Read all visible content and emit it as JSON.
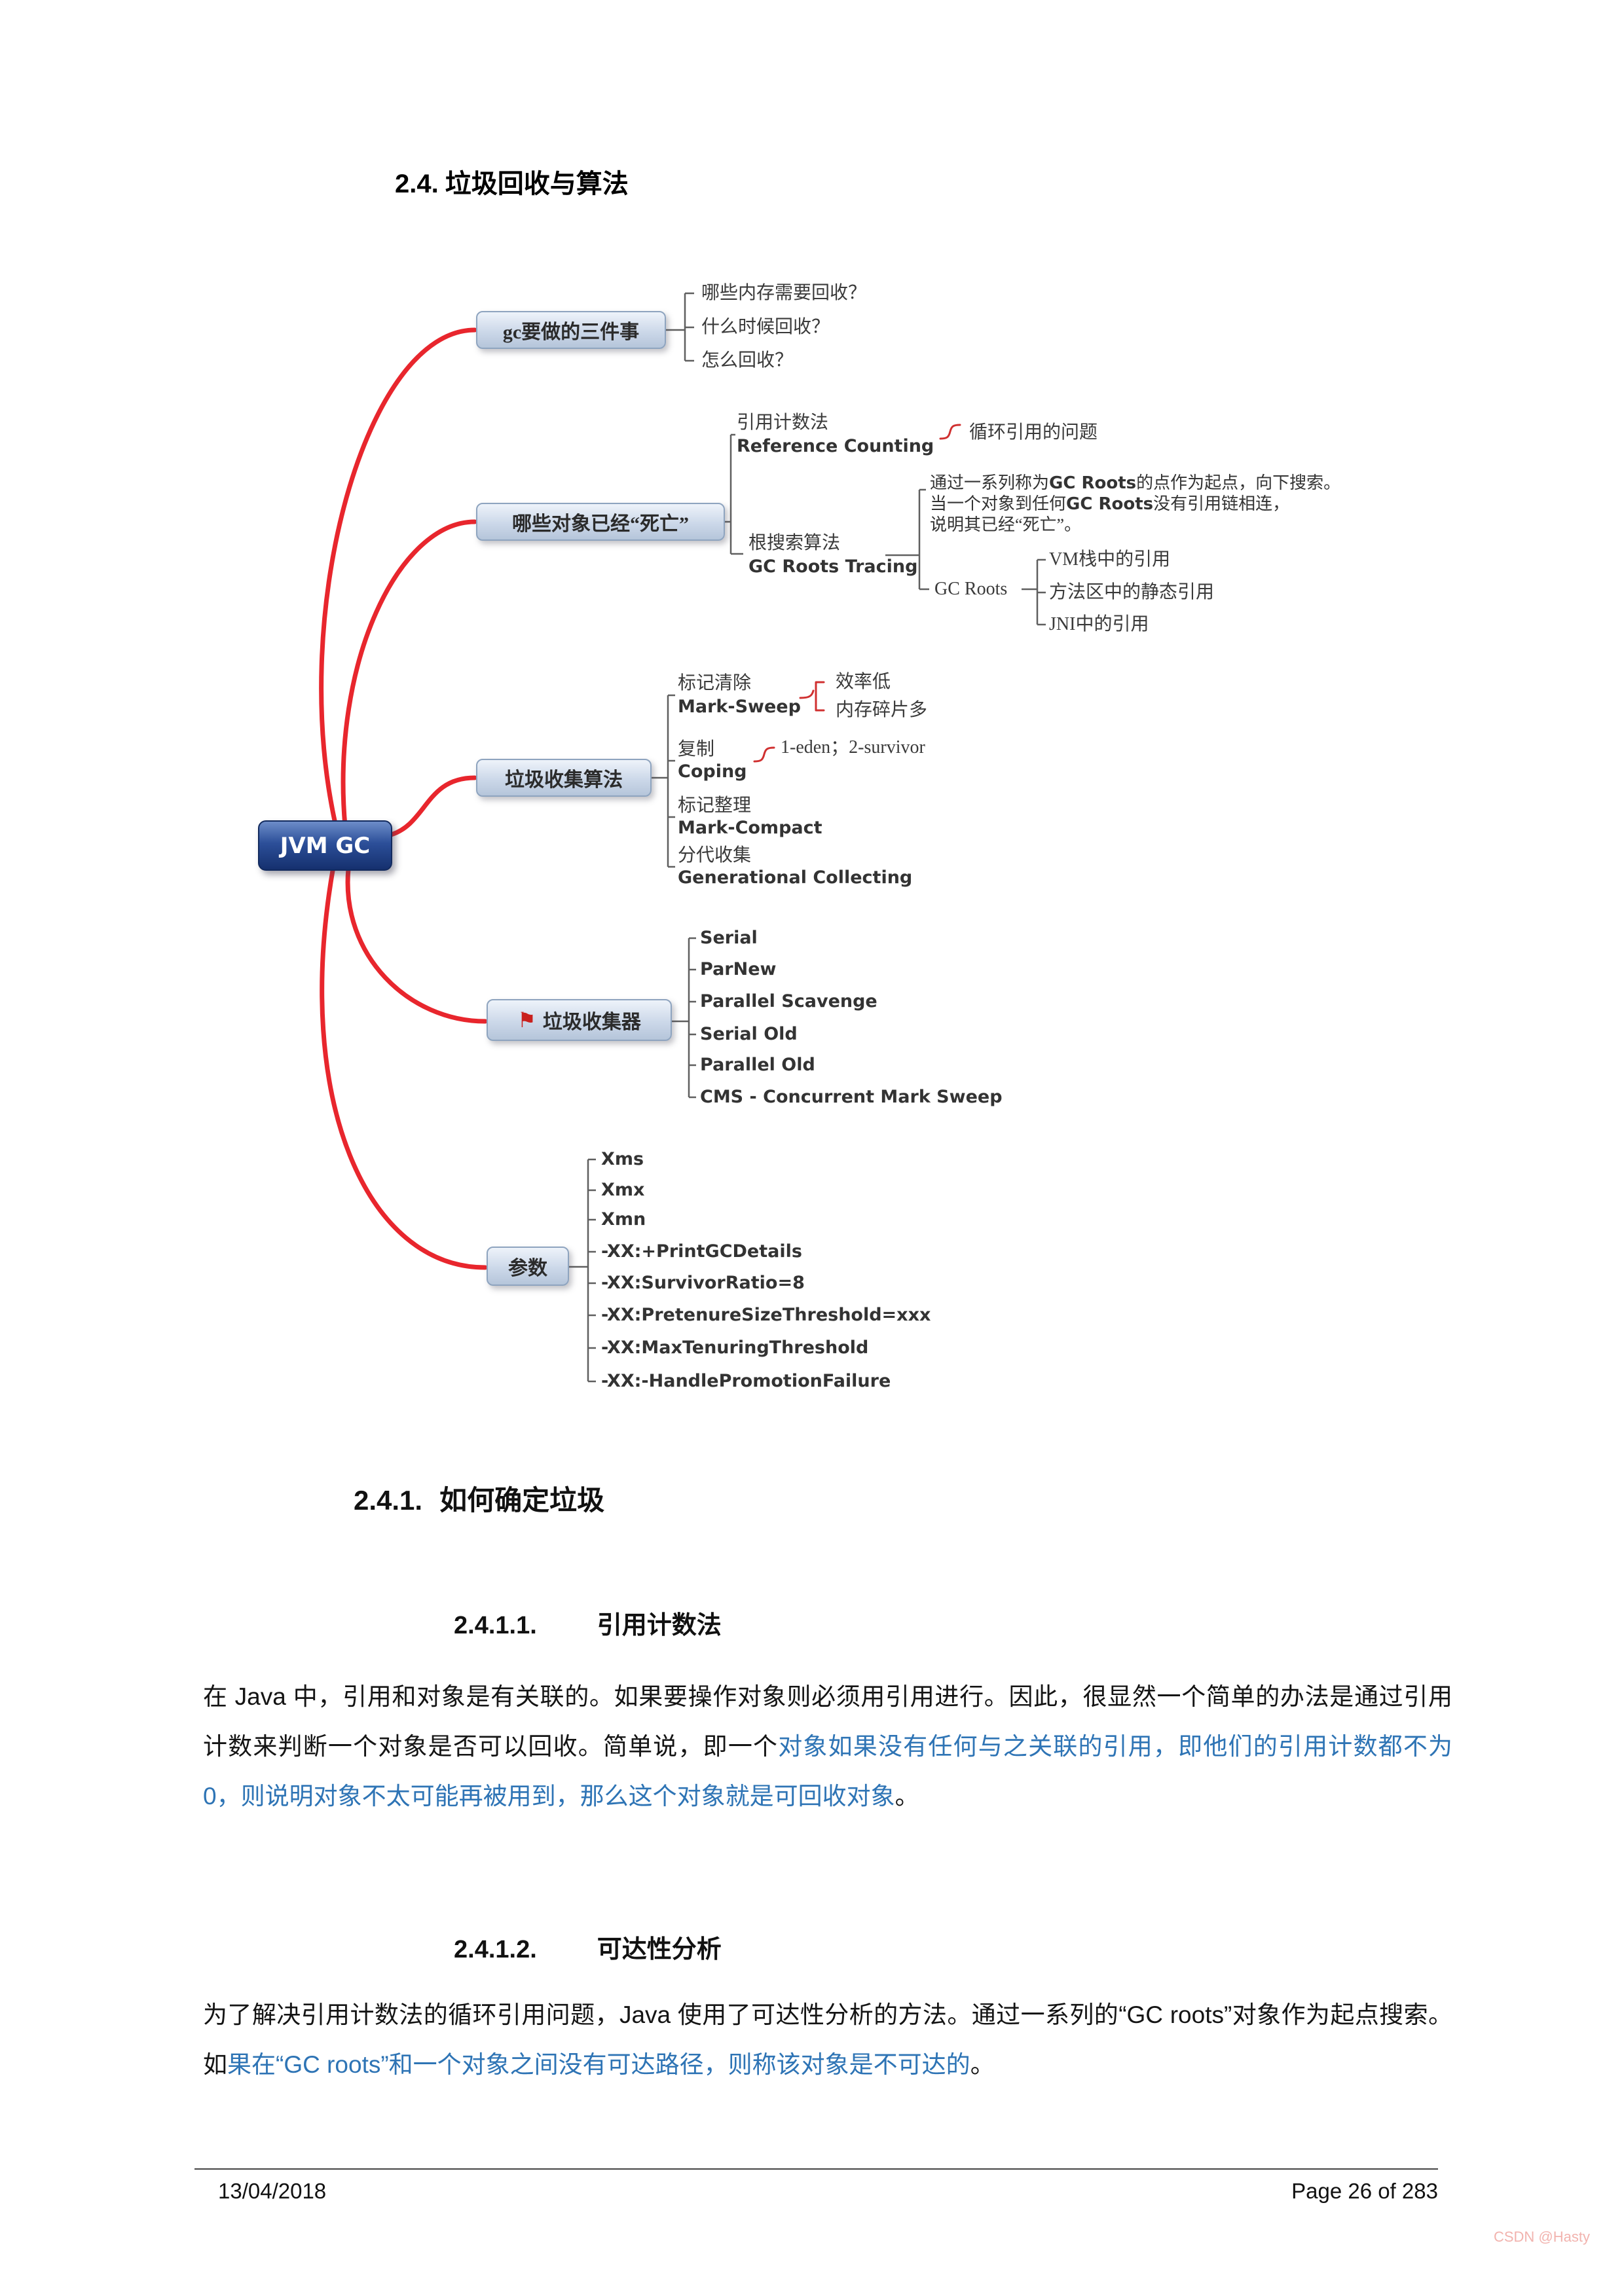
{
  "heading": {
    "number": "2.4.",
    "title": "垃圾回收与算法"
  },
  "mindmap": {
    "root": "JVM GC",
    "three_things": {
      "label": "gc要做的三件事",
      "items": [
        "哪些内存需要回收？",
        "什么时候回收？",
        "怎么回收？"
      ]
    },
    "dead_objects": {
      "label": "哪些对象已经“死亡”",
      "ref_counting_zh": "引用计数法",
      "ref_counting_en": "Reference Counting",
      "circular_ref": "循环引用的问题",
      "root_tracing_zh": "根搜索算法",
      "root_tracing_en": "GC Roots Tracing",
      "note_lines": [
        [
          {
            "t": "通过一系列称为"
          },
          {
            "t": "GC Roots",
            "c": "b"
          },
          {
            "t": "的点作为起点，向下搜索。"
          }
        ],
        [
          {
            "t": "当一个对象到任何"
          },
          {
            "t": "GC Roots",
            "c": "b"
          },
          {
            "t": "没有引用链相连，"
          }
        ],
        [
          {
            "t": "说明其已经“死亡”。"
          }
        ]
      ],
      "gc_roots": "GC Roots",
      "gc_roots_children": [
        "VM栈中的引用",
        "方法区中的静态引用",
        "JNI中的引用"
      ]
    },
    "algorithms": {
      "label": "垃圾收集算法",
      "mark_sweep_zh": "标记清除",
      "mark_sweep_en": "Mark-Sweep",
      "mark_sweep_issues": [
        "效率低",
        "内存碎片多"
      ],
      "coping_zh": "复制",
      "coping_en": "Coping",
      "coping_note": "1-eden；2-survivor",
      "mark_compact_zh": "标记整理",
      "mark_compact_en": "Mark-Compact",
      "generational_zh": "分代收集",
      "generational_en": "Generational Collecting"
    },
    "collectors": {
      "label": "垃圾收集器",
      "items": [
        {
          "t": "Serial",
          "c": "green"
        },
        {
          "t": "ParNew",
          "c": "green"
        },
        {
          "t": "Parallel Scavenge",
          "c": "green"
        },
        {
          "t": "Serial Old"
        },
        {
          "t": "Parallel Old"
        },
        {
          "t": "CMS - Concurrent Mark Sweep"
        }
      ]
    },
    "params": {
      "label": "参数",
      "items": [
        "Xms",
        "Xmx",
        "Xmn",
        "-XX:+PrintGCDetails",
        "-XX:SurvivorRatio=8",
        "-XX:PretenureSizeThreshold=xxx",
        "-XX:MaxTenuringThreshold",
        "-XX:-HandlePromotionFailure"
      ]
    }
  },
  "sections": {
    "s241": {
      "number": "2.4.1.",
      "title": "如何确定垃圾"
    },
    "s2411": {
      "number": "2.4.1.1.",
      "title": "引用计数法"
    },
    "s2412": {
      "number": "2.4.1.2.",
      "title": "可达性分析"
    }
  },
  "paragraphs": {
    "ref_counting": [
      {
        "t": "在 Java 中，引用和对象是有关联的。如果要操作对象则必须用引用进行。因此，很显然一个简单的办法是通过引用计数来判断一个对象是否可以回收。简单说，即一个"
      },
      {
        "t": "对象如果没有任何与之关联的引用，即他们的引用计数都不为 0，则说明对象不太可能再被用到，那么这个对象就是可回收对象",
        "c": "blue"
      },
      {
        "t": "。"
      }
    ],
    "reachability": [
      {
        "t": "为了解决引用计数法的循环引用问题，Java 使用了可达性分析的方法。通过一系列的“GC roots”对象作为起点搜索。如"
      },
      {
        "t": "果在“GC roots”和一个对象之间没有可达路径，则称该对象是不可达的",
        "c": "blue"
      },
      {
        "t": "。"
      }
    ]
  },
  "footer": {
    "date": "13/04/2018",
    "page_info": "Page 26 of 283"
  },
  "watermark": "CSDN @Hasty",
  "colors": {
    "accent_red": "#e8262d",
    "link_blue": "#2e74b5",
    "collector_green": "#2e8b22"
  }
}
